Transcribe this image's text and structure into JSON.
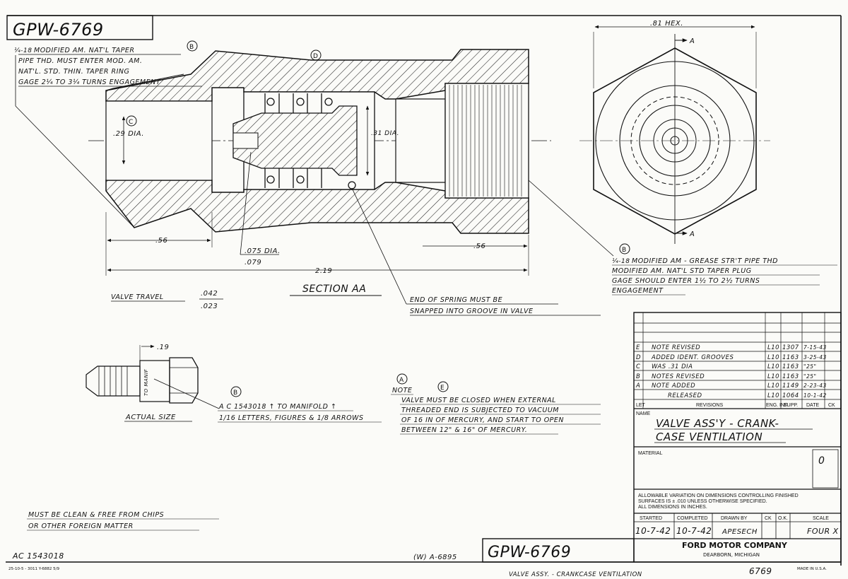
{
  "drawing_number": "GPW-6769",
  "notes": {
    "thread_top": [
      "MODIFIED AM. NAT'L TAPER",
      "PIPE THD. MUST ENTER MOD. AM.",
      "NAT'L. STD. THIN. TAPER RING",
      "GAGE 2¼ TO 3¼ TURNS ENGAGEMENT"
    ],
    "thread_top_size": "¼-18",
    "thread_right": [
      "MODIFIED AM - GREASE STR'T PIPE THD",
      "MODIFIED AM. NAT'L STD TAPER PLUG",
      "GAGE SHOULD ENTER 1½ TO 2½ TURNS",
      "ENGAGEMENT"
    ],
    "thread_right_size": "¼-18",
    "spring": [
      "END OF SPRING MUST BE",
      "SNAPPED INTO GROOVE IN VALVE"
    ],
    "valve_note_label": "NOTE",
    "valve_note": [
      "VALVE MUST BE CLOSED WHEN EXTERNAL",
      "THREADED END IS SUBJECTED TO VACUUM",
      "OF 16 IN OF MERCURY, AND START TO OPEN",
      "BETWEEN 12\" & 16\" OF MERCURY."
    ],
    "marking": [
      "A C 1543018 ↑ TO MANIFOLD ↑",
      "1/16 LETTERS, FIGURES & 1/8 ARROWS"
    ],
    "clean": [
      "MUST BE CLEAN & FREE FROM CHIPS",
      "OR OTHER FOREIGN MATTER"
    ]
  },
  "dims": {
    "hex": ".81 HEX.",
    "dia_29": ".29 DIA.",
    "dia_31": ".31 DIA.",
    "dia_075": ".075 DIA.",
    "dia_079": ".079",
    "len_56_left": ".56",
    "len_56_right": ".56",
    "len_219": "2.19",
    "len_19": ".19",
    "valve_travel_label": "VALVE TRAVEL",
    "valve_travel_hi": ".042",
    "valve_travel_lo": ".023",
    "to_manifold": "TO MANIF"
  },
  "labels": {
    "section": "SECTION AA",
    "actual_size": "ACTUAL SIZE",
    "section_arrow": "A",
    "callouts": [
      "A",
      "B",
      "C",
      "D",
      "E"
    ]
  },
  "revisions": [
    {
      "let": "E",
      "text": "NOTE REVISED",
      "eng": "L10",
      "supp": "1307",
      "date": "7-15-43"
    },
    {
      "let": "D",
      "text": "ADDED IDENT. GROOVES",
      "eng": "L10",
      "supp": "1163",
      "date": "3-25-43"
    },
    {
      "let": "C",
      "text": "WAS .31 DIA",
      "eng": "L10",
      "supp": "1163",
      "date": "\"25\""
    },
    {
      "let": "B",
      "text": "NOTES REVISED",
      "eng": "L10",
      "supp": "1163",
      "date": "\"25\""
    },
    {
      "let": "A",
      "text": "NOTE ADDED",
      "eng": "L10",
      "supp": "1149",
      "date": "2-23-43"
    },
    {
      "let": "",
      "text": "RELEASED",
      "eng": "L10",
      "supp": "1064",
      "date": "10-1-42"
    }
  ],
  "rev_headers": {
    "let": "LET",
    "revisions": "REVISIONS",
    "eng": "ENG. INF.",
    "supp": "SUPP.",
    "date": "DATE",
    "ck": "CK"
  },
  "title_block": {
    "name_label": "NAME",
    "name_line1": "VALVE ASS'Y - CRANK-",
    "name_line2": "CASE VENTILATION",
    "material_label": "MATERIAL",
    "allowance": [
      "ALLOWABLE VARIATION ON DIMENSIONS CONTROLLING FINISHED",
      "SURFACES IS ± .010 UNLESS OTHERWISE SPECIFIED.",
      "ALL DIMENSIONS IN INCHES."
    ],
    "headers": [
      "STARTED",
      "COMPLETED",
      "DRAWN BY",
      "CK",
      "O.K.",
      "SCALE"
    ],
    "started": "10-7-42",
    "completed": "10-7-42",
    "drawn_by": "APESECH",
    "scale": "FOUR X",
    "company": "FORD MOTOR COMPANY",
    "city": "DEARBORN, MICHIGAN",
    "zero": "0"
  },
  "footer": {
    "ac": "AC 1543018",
    "stamp": "25-10-5 - 3011 Y-6882 5/9",
    "ref": "(W) A-6895",
    "title_hand": "VALVE ASSY. - CRANKCASE VENTILATION",
    "num_hand": "6769",
    "made_in": "MADE IN U.S.A."
  }
}
